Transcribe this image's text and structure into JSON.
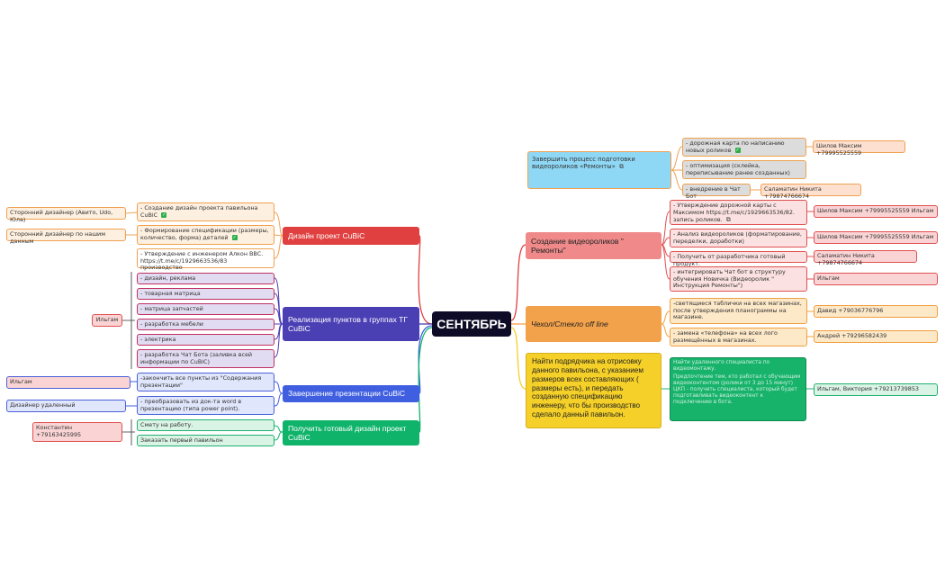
{
  "central": "СЕНТЯБРЬ",
  "colors": {
    "red": "#e04040",
    "purple": "#4b3fb4",
    "blue": "#3f5fe0",
    "green": "#0fb36a",
    "sky": "#8fd8f5",
    "pink": "#f08a8a",
    "orange": "#f3a24c",
    "yellow": "#f5d028"
  },
  "left": {
    "design": {
      "title": "Дизайн проект CuBiC",
      "items": [
        {
          "text": "- Создание дизайн проекта павильона CuBiC",
          "check": true,
          "owner": "Сторонний дизайнер (Авито, Udo, Юла)"
        },
        {
          "text": "- Формирование спецификации (размеры, количество, форма) деталей",
          "check": true,
          "owner": "Сторонний дизайнер по нашим данным"
        },
        {
          "text": "- Утверждение с инженером Алкон ВВС. https://t.me/c/1929663536/83 производство"
        }
      ]
    },
    "realization": {
      "title": "Реализация пунктов в группах ТГ CuBiC",
      "owner": "Ильгам",
      "items": [
        "- дизайн, реклама",
        "- товарная матрица",
        "- матрица запчастей",
        "- разработка мебели",
        "- электрика",
        "- разработка Чат Бота (заливка всей информации по CuBiC)"
      ]
    },
    "presentation": {
      "title": "Завершение презентации CuBiC",
      "items": [
        {
          "text": "-закончить все пункты из \"Содержания презентации\"",
          "owner": "Ильгам"
        },
        {
          "text": "- преобразовать из док-та word в презентацию (типа power point).",
          "owner": "Дизайнер удаленный"
        }
      ]
    },
    "ready": {
      "title": "Получить готовый дизайн проект CuBiC",
      "owner": "Константин +79163425995",
      "items": [
        "Смету на работу.",
        "Заказать первый павильон"
      ]
    }
  },
  "right": {
    "prep": {
      "title": "Завершить процесс подготовки видеороликов «Ремонты»",
      "items": [
        {
          "text": "- дорожная карта по написанию новых роликов",
          "check": true,
          "owner": "Шилов Максим +79995525559"
        },
        {
          "text": "- оптимизация (склейка, переписывание ранее созданных)"
        },
        {
          "text": "- внедрение в Чат Бот",
          "owner": "Саламатин Никита +79874766674"
        }
      ]
    },
    "videos": {
      "title": "Создание видеороликов \" Ремонты\"",
      "items": [
        {
          "text": "- Утверждение дорожной карты с Максимом https://t.me/c/1929663536/82. запись роликов.",
          "owner": "Шилов Максим +79995525559 Ильгам"
        },
        {
          "text": "- Анализ видеороликов (форматирование, переделки, доработки)",
          "owner": "Шилов Максим +79995525559 Ильгам"
        },
        {
          "text": "- Получить от разработчика готовый продукт.",
          "owner": "Саламатин Никита +79874766674"
        },
        {
          "text": "- интегрировать Чат бот в структуру обучения Новичка (Видеоролик \" Инструкция Ремонты\")",
          "owner": "Ильгам"
        }
      ]
    },
    "cases": {
      "title": "Чехол/Стекло off line",
      "items": [
        {
          "text": "-светящиеся таблички на всех магазинах, после утверждения планограммы на магазине.",
          "owner": "Давид +79036776796"
        },
        {
          "text": "- замена «телефона» на всех лого размещённых в магазинах.",
          "owner": "Андрей +79296582439"
        }
      ]
    },
    "contractor": {
      "title": "Найти подрядчика на отрисовку данного павильона, с указанием размеров всех составляющих ( размеры есть), и передать созданную спецификацию инженеру, что бы производство сделало данный павильон.",
      "note1": "Найти удаленного специалиста по видеомонтажу.",
      "note2": "Предпочтение тем, кто работал с обучающим видеоконтентом (ролики от 3 до 15 минут) ЦКП - получить специалиста, который будет подготавливать видеоконтент к подключению в бота.",
      "owner": "Ильгам, Виктория +79213739853"
    }
  }
}
